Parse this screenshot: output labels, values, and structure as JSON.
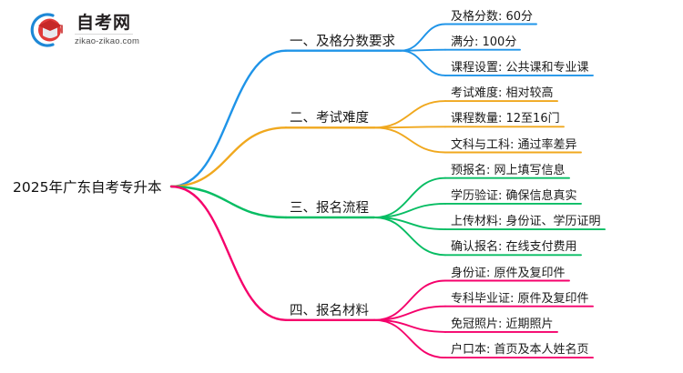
{
  "logo": {
    "name_cn": "自考网",
    "domain": "zikao-zikao.com",
    "mark_icon": "graduation-book-icon",
    "arc_color": "#1e88d6",
    "cap_color": "#d92b2b"
  },
  "mindmap": {
    "root": {
      "label": "2025年广东自考专升本"
    },
    "branches": [
      {
        "label": "一、及格分数要求",
        "color": "#1f94e8",
        "children": [
          {
            "label": "及格分数: 60分"
          },
          {
            "label": "满分: 100分"
          },
          {
            "label": "课程设置: 公共课和专业课"
          }
        ]
      },
      {
        "label": "二、考试难度",
        "color": "#f0a81e",
        "children": [
          {
            "label": "考试难度: 相对较高"
          },
          {
            "label": "课程数量: 12至16门"
          },
          {
            "label": "文科与工科: 通过率差异"
          }
        ]
      },
      {
        "label": "三、报名流程",
        "color": "#07bd63",
        "children": [
          {
            "label": "预报名: 网上填写信息"
          },
          {
            "label": "学历验证: 确保信息真实"
          },
          {
            "label": "上传材料: 身份证、学历证明"
          },
          {
            "label": "确认报名: 在线支付费用"
          }
        ]
      },
      {
        "label": "四、报名材料",
        "color": "#f5006b",
        "children": [
          {
            "label": "身份证: 原件及复印件"
          },
          {
            "label": "专科毕业证: 原件及复印件"
          },
          {
            "label": "免冠照片: 近期照片"
          },
          {
            "label": "户口本: 首页及本人姓名页"
          }
        ]
      }
    ]
  }
}
